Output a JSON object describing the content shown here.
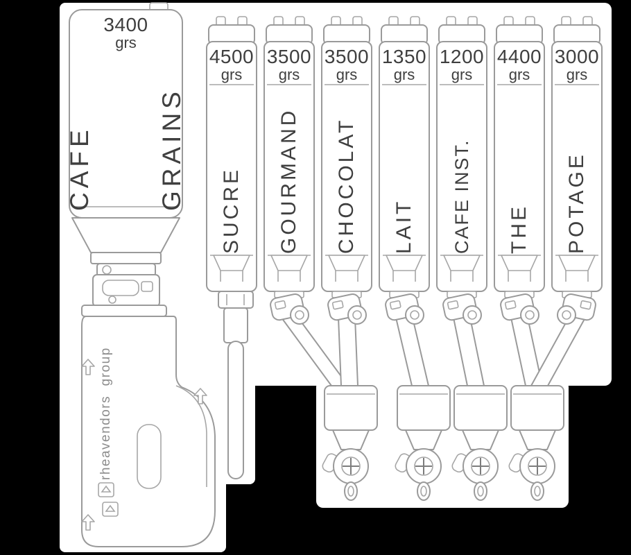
{
  "colors": {
    "background": "#000000",
    "surface": "#ffffff",
    "line": "#9a9a9a",
    "text": "#3f3f3f",
    "brand_text": "#8c8c8c"
  },
  "bean_canister": {
    "capacity": "3400",
    "unit": "grs",
    "name_line1": "CAFE",
    "name_line2": "GRAINS"
  },
  "canisters": [
    {
      "name": "SUCRE",
      "capacity": "4500",
      "unit": "grs"
    },
    {
      "name": "GOURMAND",
      "capacity": "3500",
      "unit": "grs"
    },
    {
      "name": "CHOCOLAT",
      "capacity": "3500",
      "unit": "grs"
    },
    {
      "name": "LAIT",
      "capacity": "1350",
      "unit": "grs"
    },
    {
      "name": "CAFE INST.",
      "capacity": "1200",
      "unit": "grs"
    },
    {
      "name": "THE",
      "capacity": "4400",
      "unit": "grs"
    },
    {
      "name": "POTAGE",
      "capacity": "3000",
      "unit": "grs"
    }
  ],
  "machine": {
    "brand": "rheavendors  group"
  }
}
